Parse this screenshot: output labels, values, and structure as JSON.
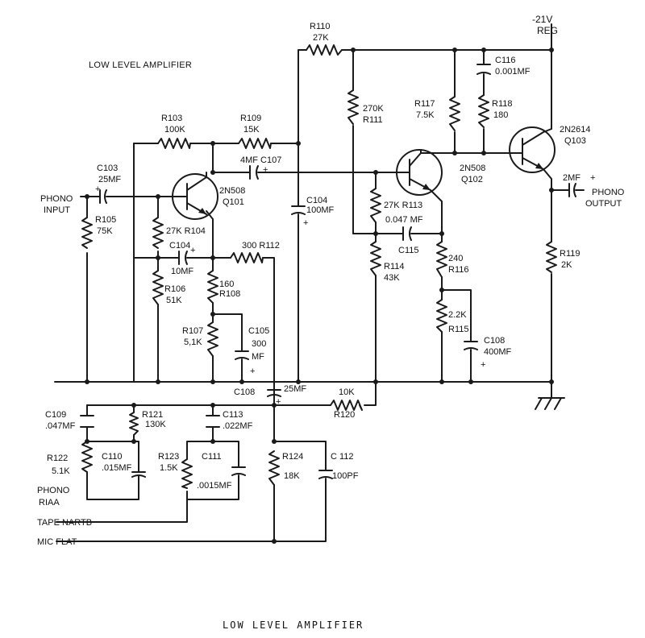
{
  "diagram": {
    "heading": "LOW LEVEL AMPLIFIER",
    "caption": "LOW LEVEL AMPLIFIER",
    "supply": {
      "voltage": "-21V",
      "reg": "REG"
    },
    "ports": {
      "phono_input_1": "PHONO",
      "phono_input_2": "INPUT",
      "phono_output_1": "PHONO",
      "phono_output_2": "OUTPUT",
      "phono_riaa_1": "PHONO",
      "phono_riaa_2": "RIAA",
      "tape_nartb": "TAPE NARTB",
      "mic_flat": "MIC FLAT"
    },
    "components": {
      "C103": {
        "ref": "C103",
        "value": "25MF"
      },
      "R105": {
        "ref": "R105",
        "value": "75K"
      },
      "R103": {
        "ref": "R103",
        "value": "100K"
      },
      "R109": {
        "ref": "R109",
        "value": "15K"
      },
      "Q101": {
        "ref": "Q101",
        "type": "2N508"
      },
      "R104": {
        "ref": "27K R104"
      },
      "C104a": {
        "ref": "C104",
        "value": "10MF"
      },
      "R106": {
        "ref": "R106",
        "value": "51K"
      },
      "R112": {
        "ref": "300 R112"
      },
      "R108": {
        "value": "160",
        "ref": "R108"
      },
      "R107": {
        "ref": "R107",
        "value": "5,1K"
      },
      "C105": {
        "ref": "C105",
        "value": "300",
        "unit": "MF"
      },
      "C107": {
        "ref": "4MF C107"
      },
      "C104b": {
        "ref": "C104",
        "value": "100MF"
      },
      "R110": {
        "ref": "R110",
        "value": "27K"
      },
      "R111": {
        "value": "270K",
        "ref": "R111"
      },
      "Q102": {
        "ref": "Q102",
        "type": "2N508"
      },
      "R113": {
        "ref": "27K R113"
      },
      "C115": {
        "value": "0.047 MF",
        "ref": "C115"
      },
      "R114": {
        "ref": "R114",
        "value": "43K"
      },
      "R116": {
        "value": "240",
        "ref": "R116"
      },
      "R115": {
        "value": "2.2K",
        "ref": "R115"
      },
      "C108a": {
        "ref": "C108",
        "value": "400MF"
      },
      "R117": {
        "ref": "R117",
        "value": "7.5K"
      },
      "R118": {
        "ref": "R118",
        "value": "180"
      },
      "C116": {
        "ref": "C116",
        "value": "0.001MF"
      },
      "Q103": {
        "type": "2N2614",
        "ref": "Q103"
      },
      "C_out": {
        "value": "2MF"
      },
      "R119": {
        "ref": "R119",
        "value": "2K"
      },
      "C108b": {
        "ref": "C108",
        "value": "25MF"
      },
      "R120": {
        "value": "10K",
        "ref": "R120"
      },
      "C109": {
        "ref": "C109",
        "value": ".047MF"
      },
      "R121": {
        "ref": "R121",
        "value": "130K"
      },
      "R122": {
        "ref": "R122",
        "value": "5.1K"
      },
      "C110": {
        "ref": "C110",
        "value": ".015MF"
      },
      "C113": {
        "ref": "C113",
        "value": ".022MF"
      },
      "R123": {
        "ref": "R123",
        "value": "1.5K"
      },
      "C111": {
        "ref": "C111",
        "value": ".0015MF"
      },
      "R124": {
        "ref": "R124",
        "value": "18K"
      },
      "C112": {
        "ref": "C 112",
        "value": "100PF"
      }
    }
  }
}
